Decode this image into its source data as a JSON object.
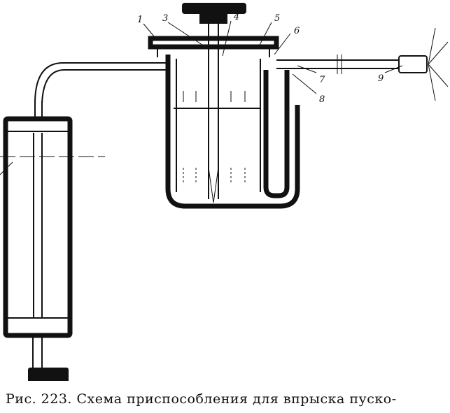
{
  "caption": "Рис. 223. Схема приспособления для впрыска пуско-",
  "labels": {
    "l1": "1",
    "l3": "3",
    "l4": "4",
    "l5": "5",
    "l6": "6",
    "l7": "7",
    "l8": "8",
    "l9": "9"
  }
}
